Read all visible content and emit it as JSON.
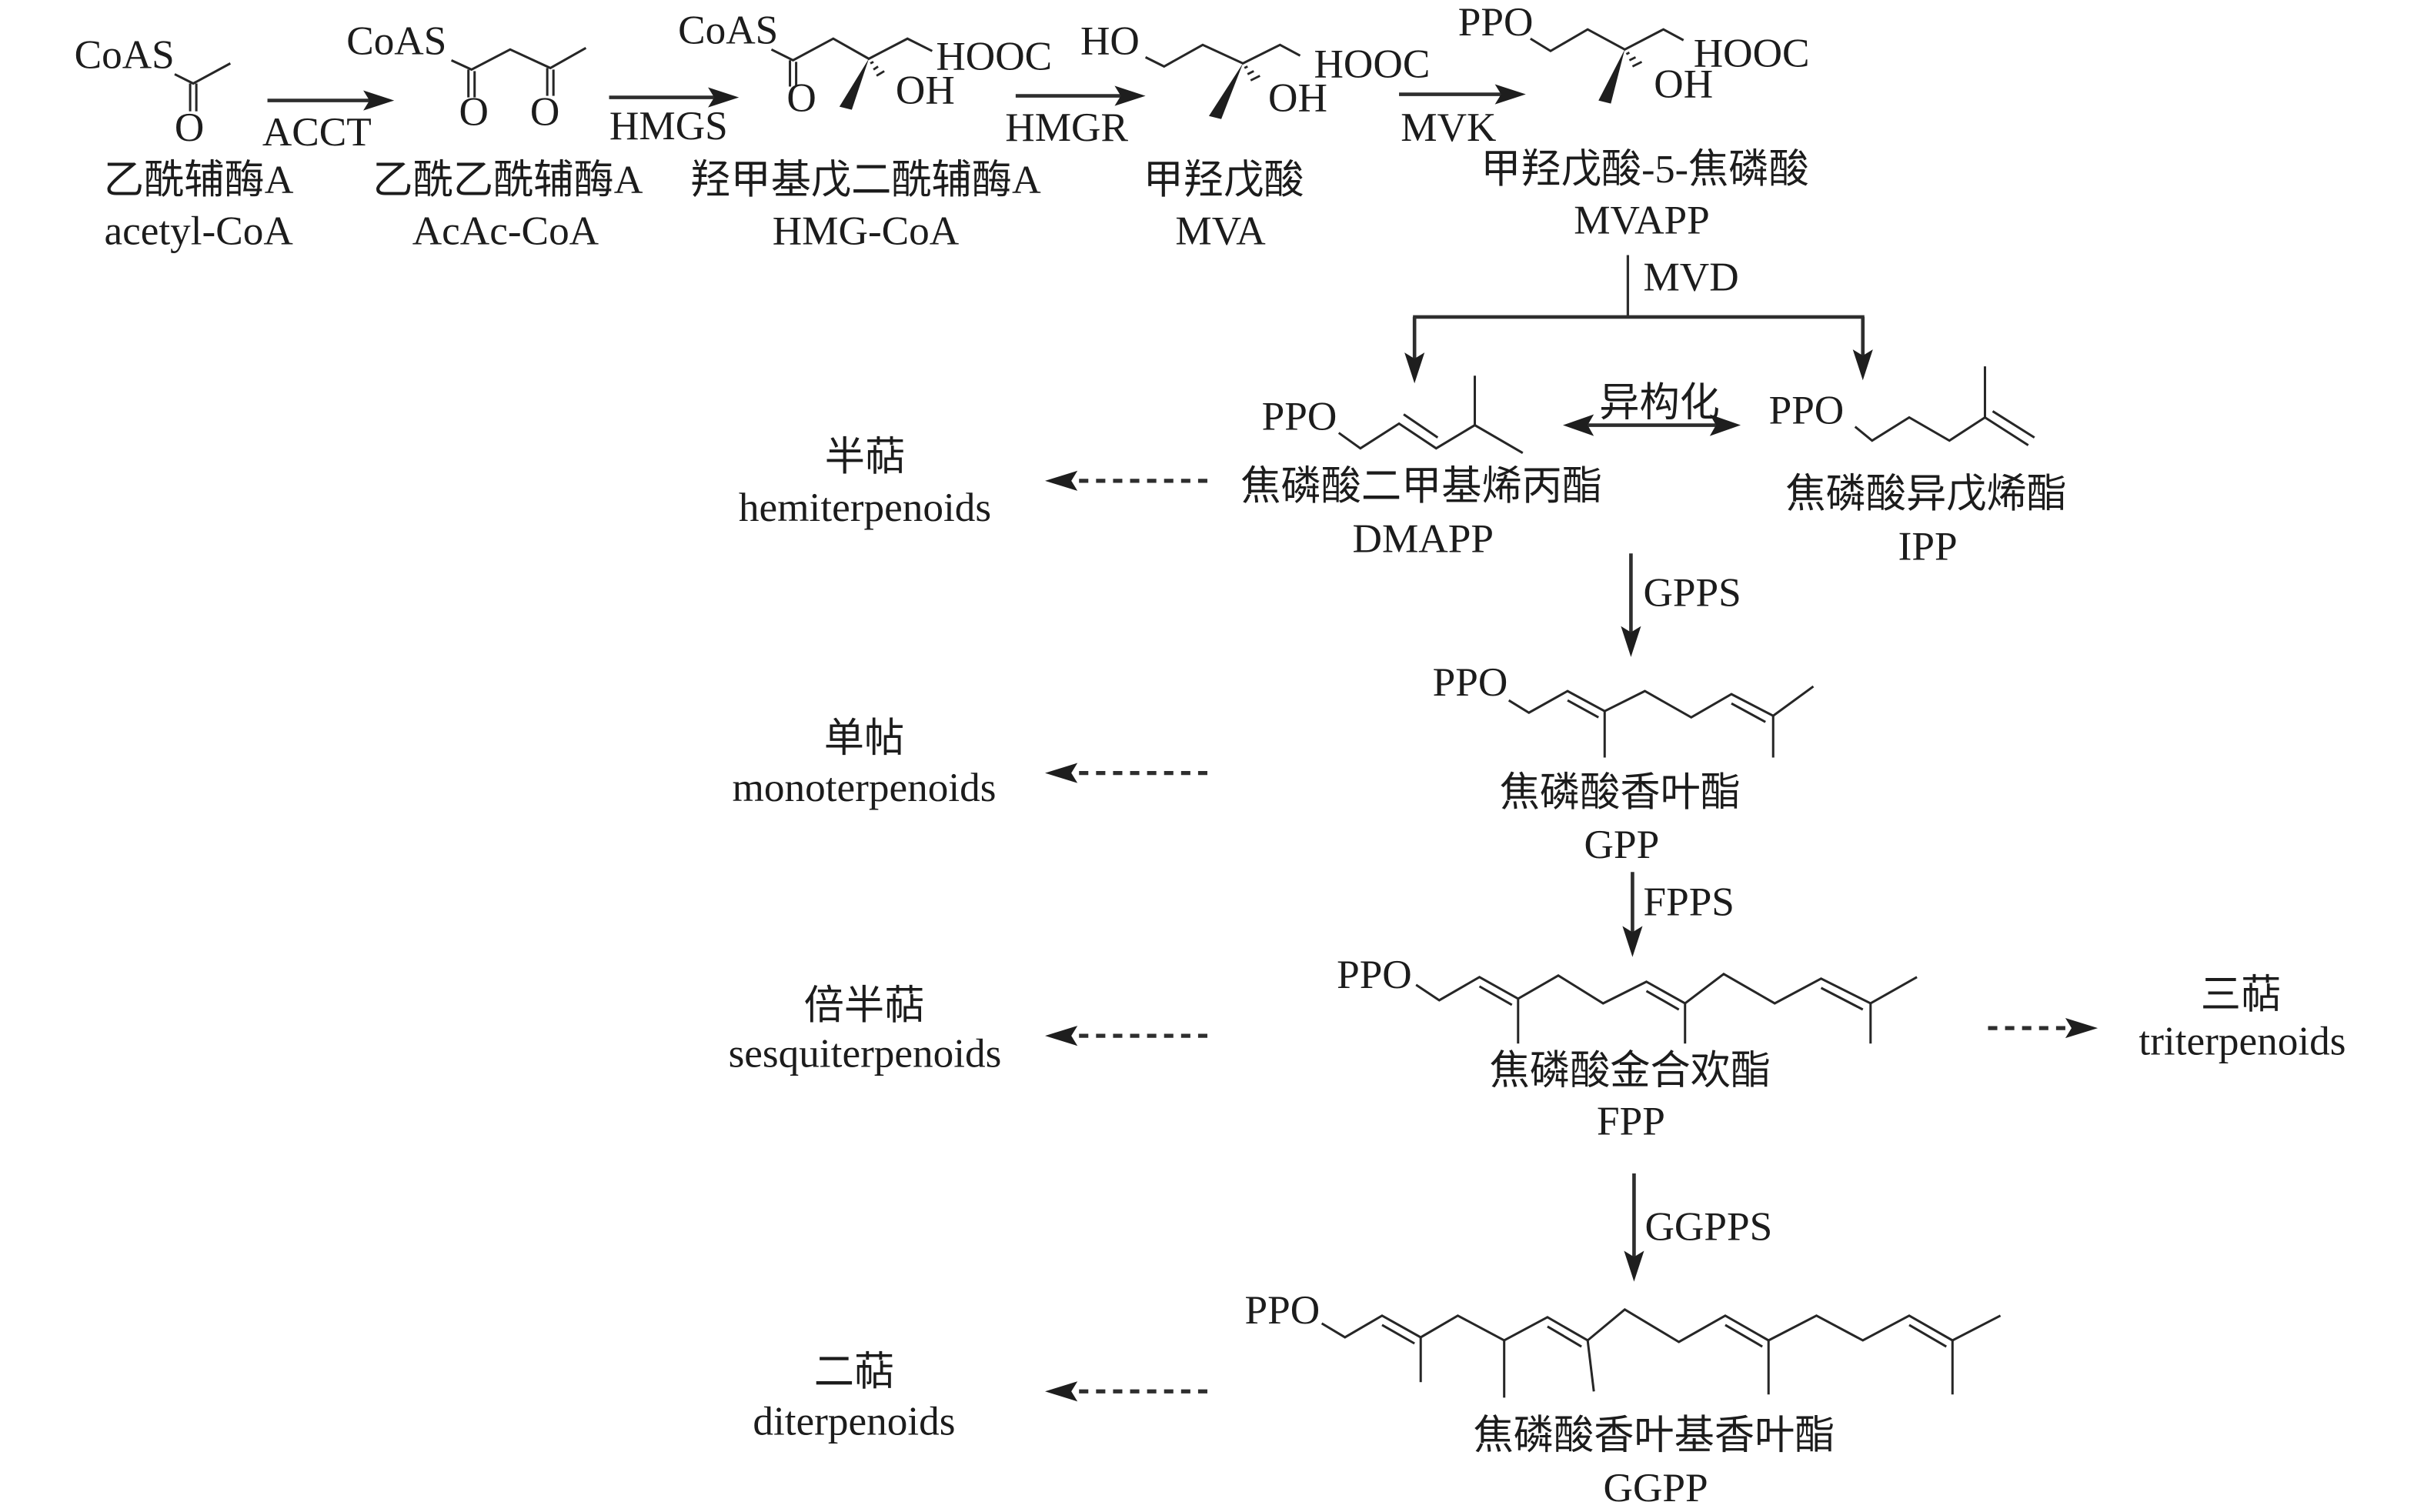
{
  "compounds": {
    "acetyl_coa": {
      "cn": "乙酰辅酶A",
      "en": "acetyl-CoA",
      "groups": [
        "CoAS",
        "O"
      ]
    },
    "acac_coa": {
      "cn": "乙酰乙酰辅酶A",
      "en": "AcAc-CoA",
      "groups": [
        "CoAS",
        "O",
        "O"
      ]
    },
    "hmg_coa": {
      "cn": "羟甲基戊二酰辅酶A",
      "en": "HMG-CoA",
      "groups": [
        "CoAS",
        "O",
        "HOOC",
        "OH"
      ]
    },
    "mva": {
      "cn": "甲羟戊酸",
      "en": "MVA",
      "groups": [
        "HO",
        "HOOC",
        "OH"
      ]
    },
    "mvapp": {
      "cn": "甲羟戊酸-5-焦磷酸",
      "en": "MVAPP",
      "groups": [
        "PPO",
        "HOOC",
        "OH"
      ]
    },
    "dmapp": {
      "cn": "焦磷酸二甲基烯丙酯",
      "en": "DMAPP",
      "groups": [
        "PPO"
      ]
    },
    "ipp": {
      "cn": "焦磷酸异戊烯酯",
      "en": "IPP",
      "groups": [
        "PPO"
      ]
    },
    "gpp": {
      "cn": "焦磷酸香叶酯",
      "en": "GPP",
      "groups": [
        "PPO"
      ]
    },
    "fpp": {
      "cn": "焦磷酸金合欢酯",
      "en": "FPP",
      "groups": [
        "PPO"
      ]
    },
    "ggpp": {
      "cn": "焦磷酸香叶基香叶酯",
      "en": "GGPP",
      "groups": [
        "PPO"
      ]
    }
  },
  "enzymes": {
    "acct": "ACCT",
    "hmgs": "HMGS",
    "hmgr": "HMGR",
    "mvk": "MVK",
    "mvd": "MVD",
    "gpps": "GPPS",
    "fpps": "FPPS",
    "ggpps": "GGPPS"
  },
  "isomerization_label": "异构化",
  "terpenoid_classes": {
    "hemi": {
      "cn": "半萜",
      "en": "hemiterpenoids"
    },
    "mono": {
      "cn": "单帖",
      "en": "monoterpenoids"
    },
    "sesqui": {
      "cn": "倍半萜",
      "en": "sesquiterpenoids"
    },
    "tri": {
      "cn": "三萜",
      "en": "triterpenoids"
    },
    "di": {
      "cn": "二萜",
      "en": "diterpenoids"
    }
  },
  "colors": {
    "ink": "#1c1c1c",
    "line": "#2e2e2e",
    "background": "#ffffff"
  }
}
